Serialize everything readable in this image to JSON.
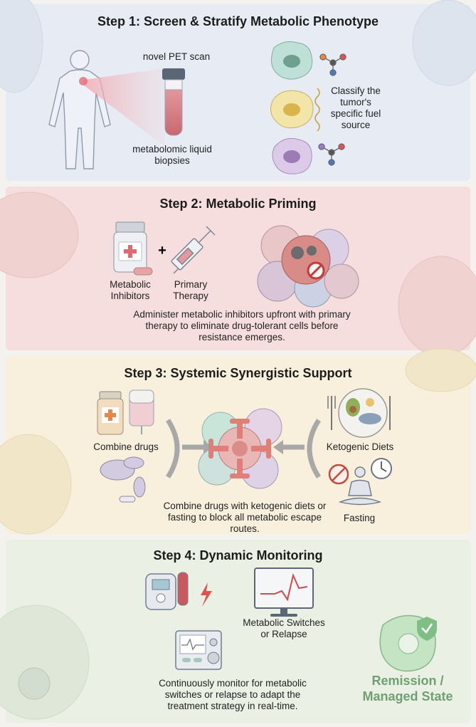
{
  "step1": {
    "title": "Step 1: Screen & Stratify Metabolic Phenotype",
    "pet_label": "novel PET scan",
    "biopsy_label": "metabolomic liquid biopsies",
    "classify_label": "Classify the tumor's specific fuel source"
  },
  "step2": {
    "title": "Step 2: Metabolic Priming",
    "plus": "+",
    "inhibitors_label": "Metabolic Inhibitors",
    "therapy_label": "Primary Therapy",
    "description": "Administer metabolic inhibitors upfront with primary therapy to eliminate drug-tolerant cells before resistance emerges."
  },
  "step3": {
    "title": "Step 3: Systemic Synergistic Support",
    "combine_label": "Combine drugs",
    "keto_label": "Ketogenic Diets",
    "fasting_label": "Fasting",
    "description": "Combine drugs with ketogenic diets or fasting to block all metabolic escape routes."
  },
  "step4": {
    "title": "Step 4: Dynamic Monitoring",
    "switches_label": "Metabolic Switches or Relapse",
    "description": "Continuously monitor for metabolic switches or relapse to adapt the treatment strategy in real-time.",
    "remission_label": "Remission / Managed State"
  },
  "icons": [
    "human-figure-icon",
    "test-tube-icon",
    "tumor-cell-icon",
    "molecule-icon",
    "pill-bottle-icon",
    "syringe-icon",
    "tumor-cluster-icon",
    "iv-bag-icon",
    "arrow-icon",
    "food-plate-icon",
    "clock-icon",
    "meditation-icon",
    "blood-monitor-icon",
    "lightning-icon",
    "computer-monitor-icon",
    "control-panel-icon",
    "healthy-cell-icon",
    "shield-check-icon"
  ],
  "colors": {
    "step1_bg": "#e7ecf4",
    "step2_bg": "#f5dedd",
    "step3_bg": "#f8f0dc",
    "step4_bg": "#eaf0e4",
    "remission_text": "#6f9f72"
  }
}
